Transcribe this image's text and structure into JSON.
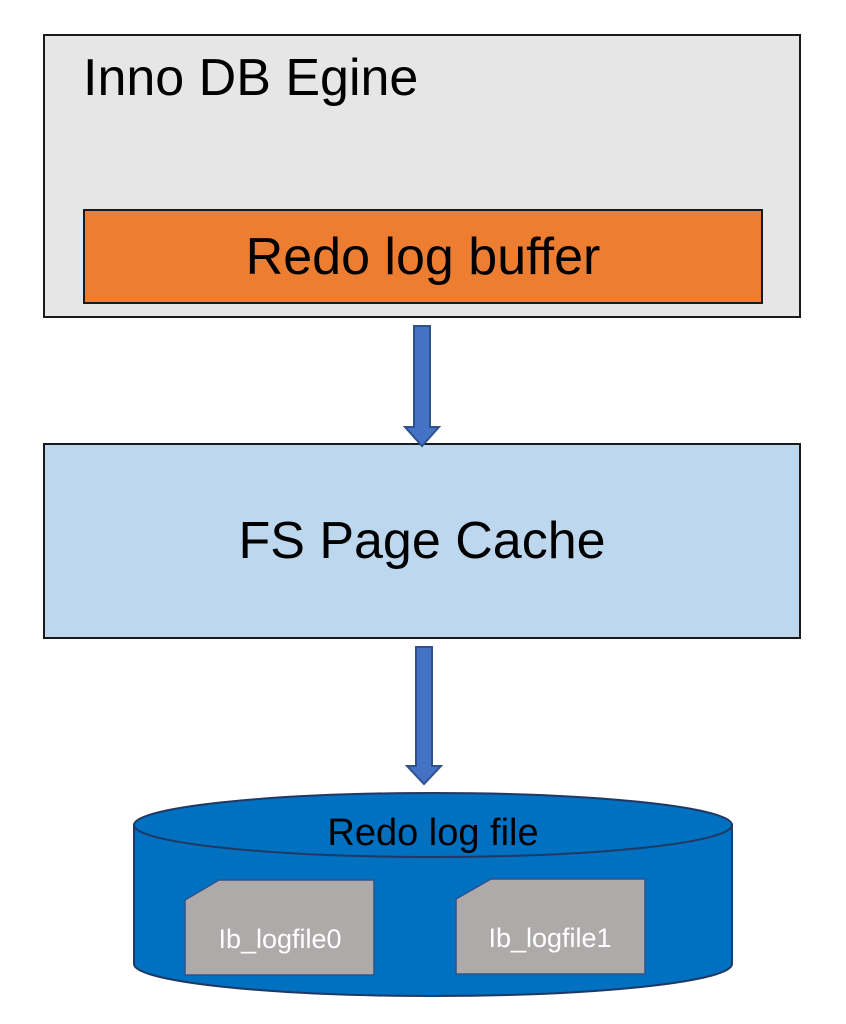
{
  "engine": {
    "label": "Inno DB Egine",
    "color": "#e6e6e6"
  },
  "buffer": {
    "label": "Redo log buffer",
    "color": "#ed7d31"
  },
  "cache": {
    "label": "FS Page Cache",
    "color": "#bdd7ee"
  },
  "disk": {
    "label": "Redo log file",
    "color": "#0070c0",
    "files": [
      {
        "label": "Ib_logfile0"
      },
      {
        "label": "Ib_logfile1"
      }
    ],
    "file_color": "#aeaaaa"
  },
  "arrow_color": "#4472c4"
}
